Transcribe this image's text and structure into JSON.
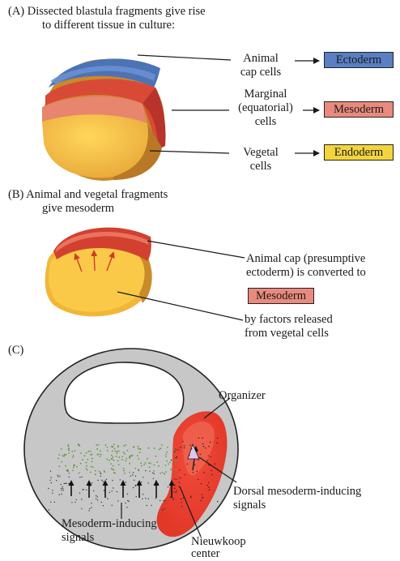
{
  "panel_a": {
    "title_line1": "(A)  Dissected blastula fragments give rise",
    "title_line2": "to different tissue in culture:",
    "animal_line1": "Animal",
    "animal_line2": "cap cells",
    "marginal_line1": "Marginal",
    "marginal_line2": "(equatorial)",
    "marginal_line3": "cells",
    "vegetal_line1": "Vegetal",
    "vegetal_line2": "cells",
    "ectoderm": "Ectoderm",
    "mesoderm": "Mesoderm",
    "endoderm": "Endoderm",
    "colors": {
      "ectoderm": "#5a7fc2",
      "mesoderm": "#e98a7e",
      "endoderm": "#f3d43d"
    }
  },
  "panel_b": {
    "title_line1": "(B)  Animal and vegetal fragments",
    "title_line2": "give mesoderm",
    "cap_line1": "Animal cap (presumptive",
    "cap_line2": "ectoderm) is converted to",
    "mesoderm": "Mesoderm",
    "factors_line1": "by factors released",
    "factors_line2": "from vegetal cells"
  },
  "panel_c": {
    "title": "(C)",
    "organizer": "Organizer",
    "dorsal_line1": "Dorsal mesoderm-inducing",
    "dorsal_line2": "signals",
    "meso_line1": "Mesoderm-inducing",
    "meso_line2": "signals",
    "nieuwkoop_line1": "Nieuwkoop",
    "nieuwkoop_line2": "center"
  }
}
